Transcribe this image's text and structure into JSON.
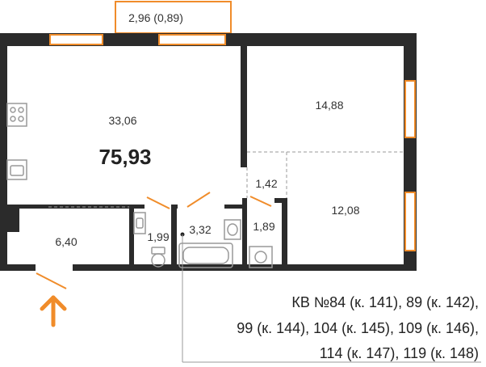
{
  "plan": {
    "total_area": "75,93",
    "balcony_area": "2,96 (0,89)",
    "rooms": {
      "kitchen_living": "33,06",
      "bedroom_1": "14,88",
      "bedroom_2": "12,08",
      "hall": "1,42",
      "entrance": "6,40",
      "wc": "1,99",
      "bathroom": "3,32",
      "laundry": "1,89"
    },
    "apartments": [
      "КВ №84 (к. 141), 89 (к. 142),",
      "99 (к. 144), 104 (к. 145), 109 (к. 146),",
      "114 (к. 147), 119 (к. 148)"
    ],
    "colors": {
      "wall": "#2b2b2b",
      "accent": "#f08c2a",
      "fixture": "#999999",
      "dashed": "#9a9a9a"
    },
    "entrance_icon": "up-arrow-icon"
  }
}
